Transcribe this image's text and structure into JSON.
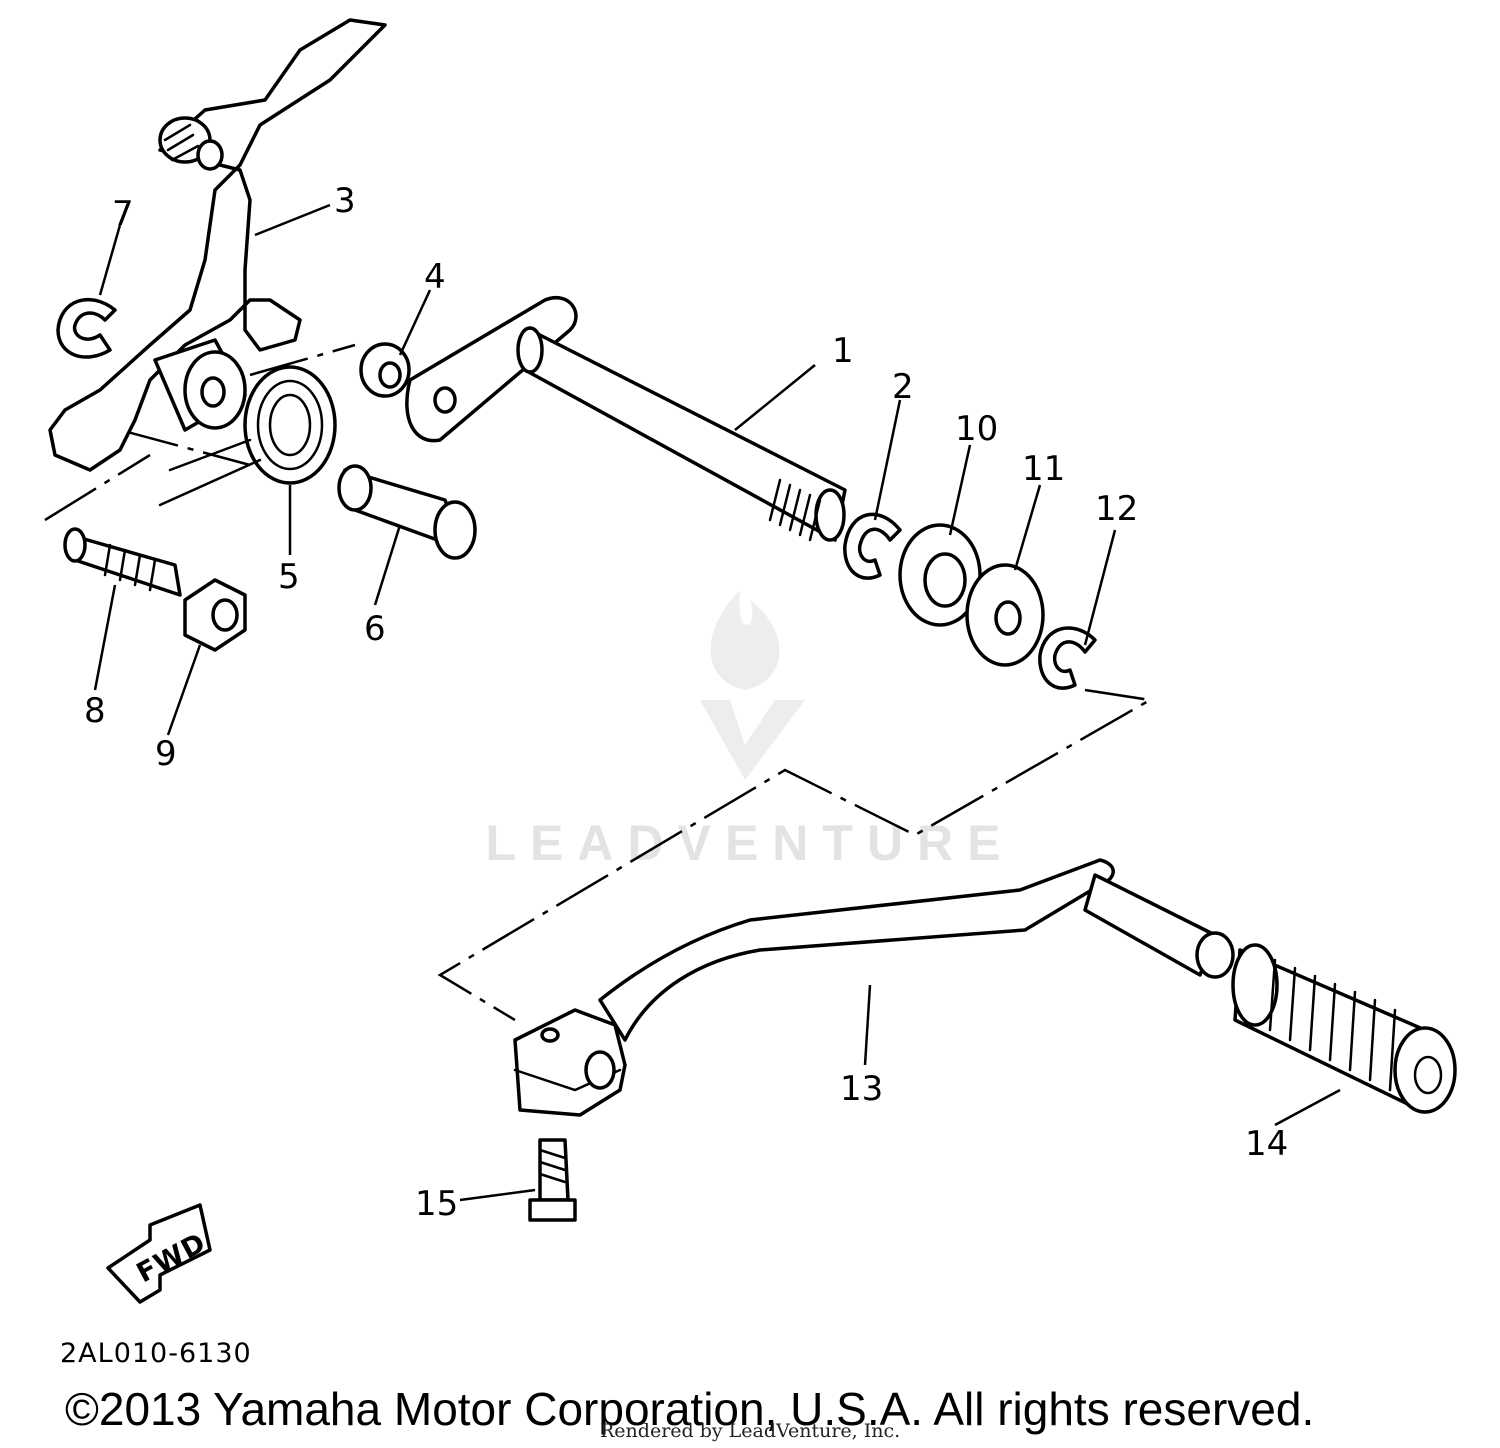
{
  "diagram": {
    "part_numbers": [
      "1",
      "2",
      "3",
      "4",
      "5",
      "6",
      "7",
      "8",
      "9",
      "10",
      "11",
      "12",
      "13",
      "14",
      "15"
    ],
    "fwd_label": "FWD",
    "drawing_code": "2AL010-6130",
    "copyright": "©2013 Yamaha Motor Corporation, U.S.A. All rights reserved.",
    "rendered_by": "Rendered by LeadVenture, Inc.",
    "watermark": "LEADVENTURE"
  }
}
